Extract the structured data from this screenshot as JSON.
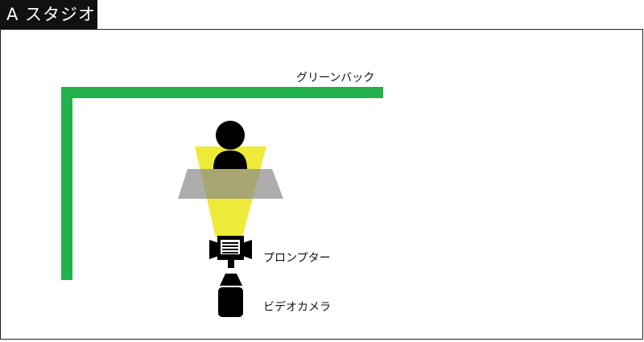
{
  "studio": {
    "title": "A スタジオ"
  },
  "labels": {
    "green_back": "グリーンバック",
    "prompter": "プロンプター",
    "video_camera": "ビデオカメラ"
  },
  "colors": {
    "green_back": "#22b14c",
    "light_beam": "#eeea3a",
    "prompter_glass": "#9e9e9e",
    "person": "#000000",
    "frame_border": "#222222",
    "title_bg": "#111111"
  }
}
